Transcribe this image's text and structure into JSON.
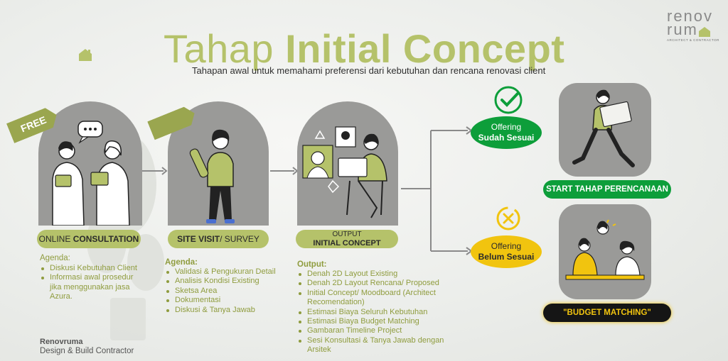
{
  "colors": {
    "accent": "#b5c26a",
    "accent_dark": "#8f9c3e",
    "green": "#0d9e3a",
    "yellow": "#f1c40f",
    "card_gray": "#9a9a98",
    "black": "#151515"
  },
  "header": {
    "title_light": "Tahap",
    "title_bold": "Initial Concept",
    "subtitle": "Tahapan awal untuk memahami preferensi dari kebutuhan dan rencana renovasi client"
  },
  "logo": {
    "line1": "renov",
    "line2": "rum",
    "sub": "ARCHITECT & CONTRACTOR"
  },
  "tags": {
    "free": "FREE"
  },
  "steps": [
    {
      "label_light": "ONLINE",
      "label_bold": "CONSULTATION",
      "heading": "Agenda:",
      "items": [
        "Diskusi Kebutuhan Client",
        "Informasi awal prosedur jika menggunakan jasa Azura."
      ]
    },
    {
      "label_bold": "SITE VISIT",
      "label_light": "/ SURVEY",
      "heading": "Agenda:",
      "items": [
        "Validasi & Pengukuran Detail",
        "Analisis Kondisi Existing",
        "Sketsa Area",
        "Dokumentasi",
        "Diskusi & Tanya Jawab"
      ]
    },
    {
      "label_light": "OUTPUT",
      "label_bold": "INITIAL CONCEPT",
      "heading": "Output:",
      "items": [
        "Denah 2D Layout Existing",
        "Denah 2D Layout Rencana/ Proposed",
        "Initial Concept/ Moodboard (Architect Recomendation)",
        "Estimasi Biaya Seluruh Kebutuhan",
        "Estimasi Biaya Budget Matching",
        "Gambaran Timeline Project",
        "Sesi Konsultasi & Tanya Jawab dengan Arsitek"
      ]
    }
  ],
  "offers": {
    "ok": {
      "line1": "Offering",
      "line2": "Sudah Sesuai",
      "icon": "check-icon"
    },
    "no": {
      "line1": "Offering",
      "line2": "Belum Sesuai",
      "icon": "x-icon"
    }
  },
  "outcomes": {
    "start": "START TAHAP PERENCANAAN",
    "budget": "\"BUDGET MATCHING\""
  },
  "footer": {
    "name": "Renovruma",
    "sub": "Design & Build Contractor"
  }
}
